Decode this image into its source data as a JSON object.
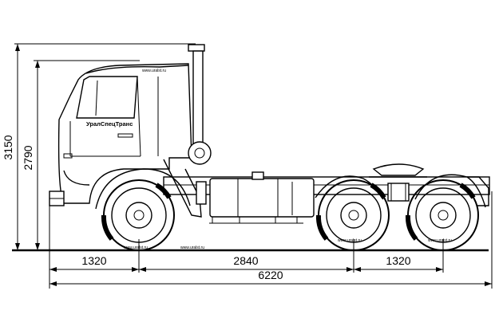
{
  "dimensions": {
    "overall_height": "3150",
    "cab_height": "2790",
    "front_overhang": "1320",
    "wheelbase_front": "2840",
    "rear_axle_spacing": "1320",
    "overall_length": "6220"
  },
  "labels": {
    "brand": "УралСпецТранс",
    "website": "www.uralst.ru"
  }
}
